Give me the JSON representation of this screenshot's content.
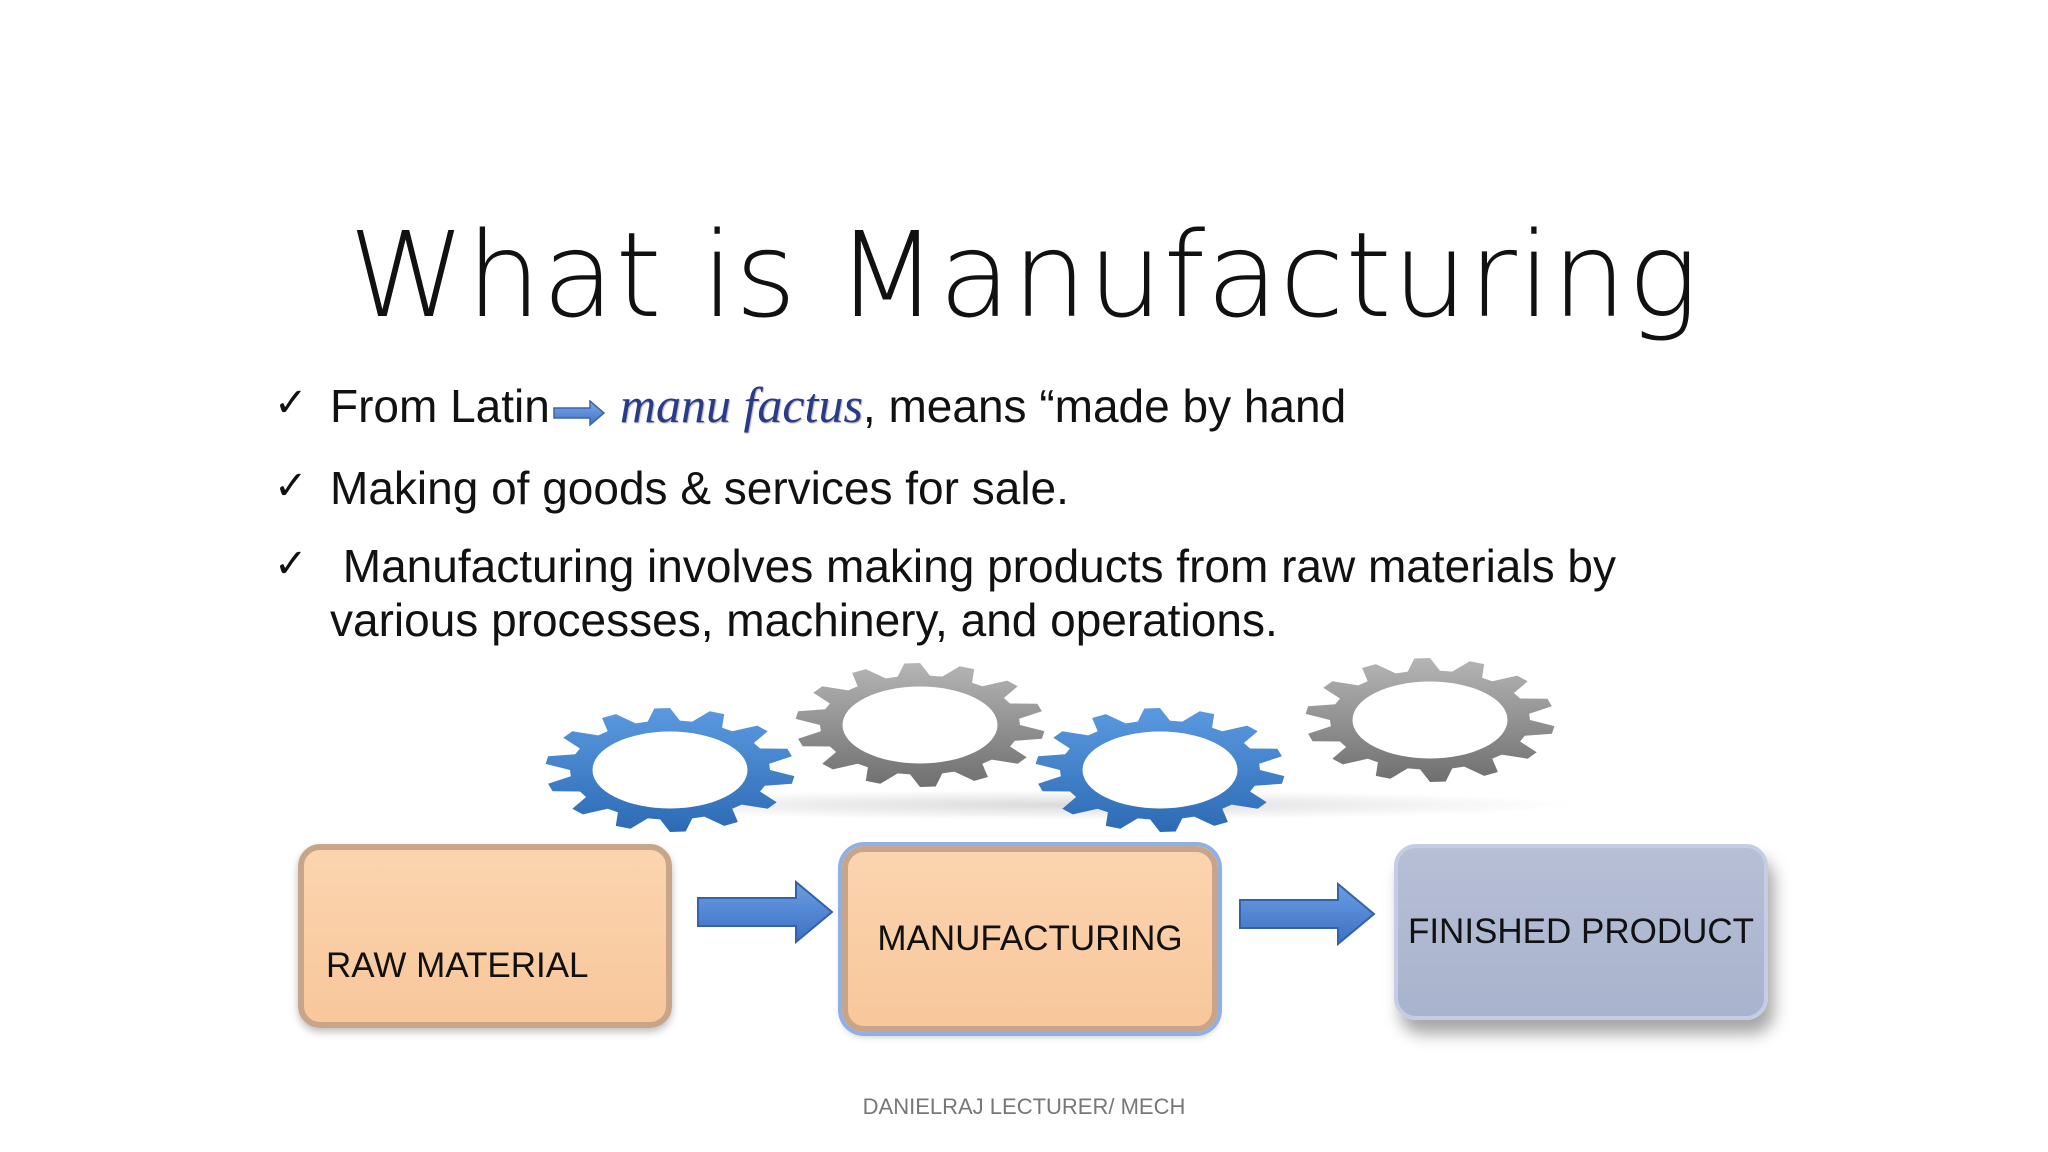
{
  "slide": {
    "title": "What is Manufacturing",
    "bullets": [
      {
        "prefix": "From Latin",
        "latin_term": "manu factus",
        "suffix": ", means “made by hand"
      },
      {
        "text": "Making of goods & services for sale."
      },
      {
        "line1": " Manufacturing involves making products from raw materials by",
        "line2": "various processes, machinery, and operations."
      }
    ],
    "check_glyph": "✓",
    "flow": {
      "step1": "RAW MATERIAL",
      "step2": "MANUFACTURING",
      "step3": "FINISHED PRODUCT"
    },
    "footer": "DANIELRAJ LECTURER/ MECH"
  },
  "colors": {
    "gear_blue": "#3a7cc4",
    "gear_gray": "#8d8d8d",
    "arrow_blue": "#4f86d4",
    "box_peach": "#f9cba0",
    "box_blue_gray": "#adb6cf"
  }
}
